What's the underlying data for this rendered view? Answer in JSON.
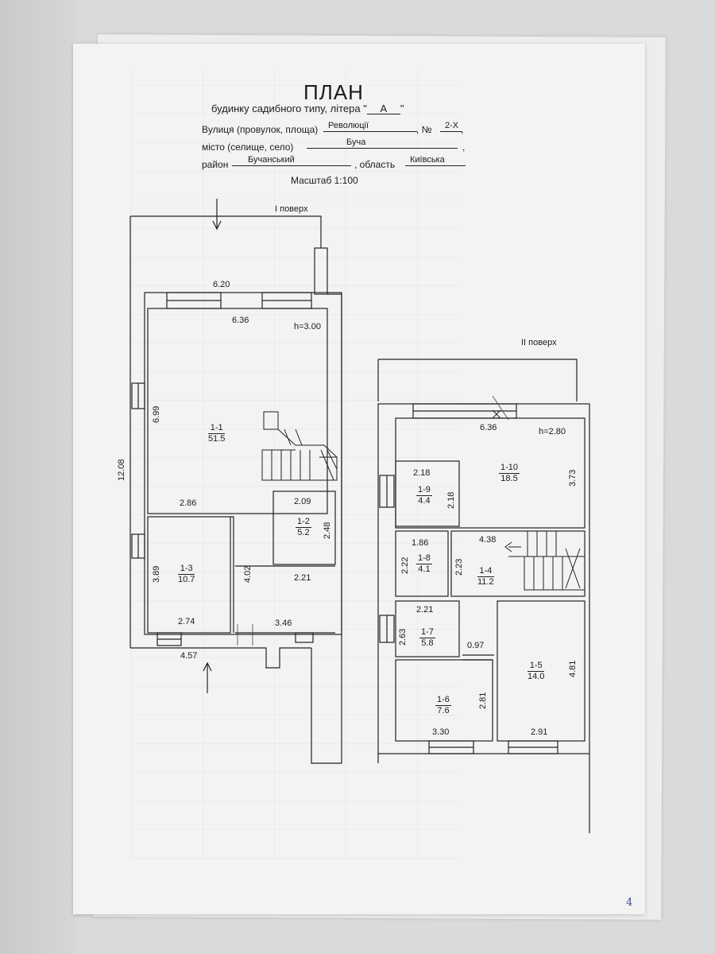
{
  "header": {
    "title": "ПЛАН",
    "subtitle_prefix": "будинку садибного типу, літера \"",
    "subtitle_letter": "А",
    "subtitle_suffix": "\"",
    "street_label": "Вулиця (провулок, площа)",
    "street_value": "Революції",
    "number_label": ", №",
    "number_value": "2-Х",
    "number_end": ",",
    "city_label": "місто (селище, село)",
    "city_value": "Буча",
    "city_end": ",",
    "district_label": "район",
    "district_value": "Бучанський",
    "region_label": ", область",
    "region_value": "Київська",
    "scale": "Масштаб  1:100"
  },
  "floor1": {
    "label": "I поверх",
    "height": "h=3.00",
    "dims": {
      "top_outer": "6.20",
      "top_inner": "6.36",
      "left_upper": "6.99",
      "left_total": "12.08",
      "mid_width": "2.86",
      "room12_w": "2.09",
      "room12_h": "2.48",
      "room13_h": "3.89",
      "room13_right": "4.02",
      "hall_w": "2.21",
      "room13_bottom": "2.74",
      "bottom_right": "3.46",
      "porch": "4.57"
    },
    "rooms": [
      {
        "num": "1-1",
        "area": "51.5"
      },
      {
        "num": "1-2",
        "area": "5.2"
      },
      {
        "num": "1-3",
        "area": "10.7"
      }
    ]
  },
  "floor2": {
    "label": "II поверх",
    "height": "h=2.80",
    "dims": {
      "top": "6.36",
      "r110_h": "3.73",
      "r19_w": "2.18",
      "r19_h": "2.18",
      "r18_w": "1.86",
      "r18_h": "2.22",
      "r14_left": "2.23",
      "r14_w": "4.38",
      "r17_w": "2.21",
      "r17_h": "2.63",
      "corridor": "0.97",
      "r16_h": "2.81",
      "r16_w": "3.30",
      "r15_h": "4.81",
      "r15_w": "2.91"
    },
    "rooms": [
      {
        "num": "1-10",
        "area": "18.5"
      },
      {
        "num": "1-9",
        "area": "4.4"
      },
      {
        "num": "1-8",
        "area": "4.1"
      },
      {
        "num": "1-4",
        "area": "11.2"
      },
      {
        "num": "1-7",
        "area": "5.8"
      },
      {
        "num": "1-6",
        "area": "7.6"
      },
      {
        "num": "1-5",
        "area": "14.0"
      }
    ]
  },
  "page_number": "4"
}
